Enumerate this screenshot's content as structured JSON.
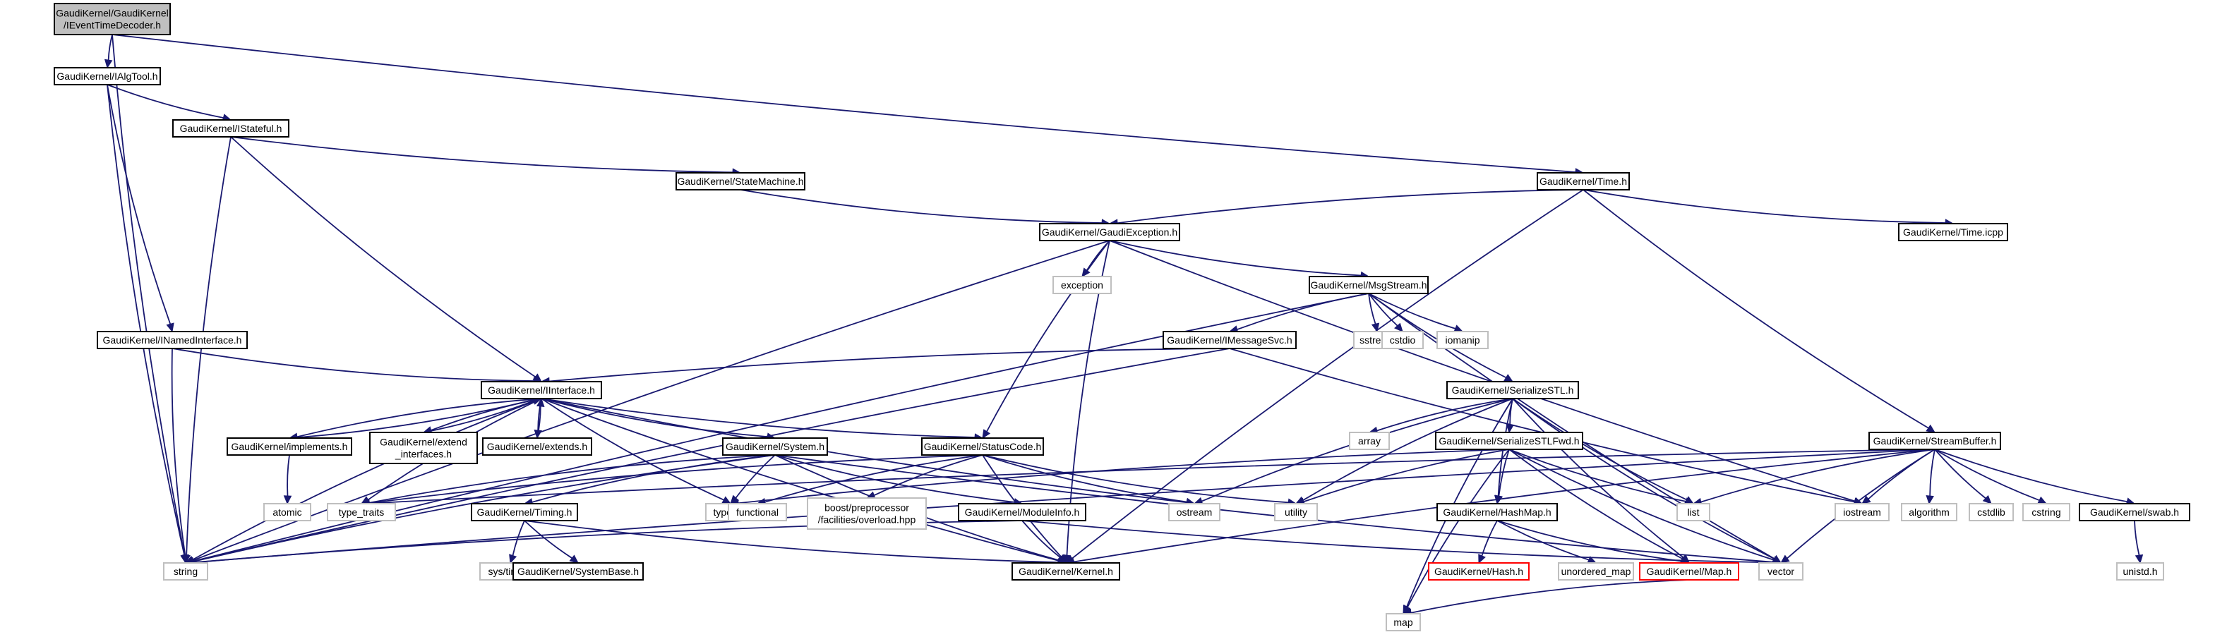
{
  "colors": {
    "edge": "#191970",
    "box_border": "#000000",
    "box_fill": "#ffffff",
    "root_fill": "#bfbfbf",
    "external_border": "#bfbfbf",
    "missing_border": "#ff0000",
    "label": "#000000"
  },
  "nodes": [
    {
      "id": "root",
      "lines": [
        "GaudiKernel/GaudiKernel",
        "/IEventTimeDecoder.h"
      ],
      "kind": "root"
    },
    {
      "id": "ialgtool",
      "lines": [
        "GaudiKernel/IAlgTool.h"
      ],
      "kind": "file"
    },
    {
      "id": "istateful",
      "lines": [
        "GaudiKernel/IStateful.h"
      ],
      "kind": "file"
    },
    {
      "id": "inamedinterface",
      "lines": [
        "GaudiKernel/INamedInterface.h"
      ],
      "kind": "file"
    },
    {
      "id": "statemachine",
      "lines": [
        "GaudiKernel/StateMachine.h"
      ],
      "kind": "file"
    },
    {
      "id": "time",
      "lines": [
        "GaudiKernel/Time.h"
      ],
      "kind": "file"
    },
    {
      "id": "timeicpp",
      "lines": [
        "GaudiKernel/Time.icpp"
      ],
      "kind": "file"
    },
    {
      "id": "gaudiexception",
      "lines": [
        "GaudiKernel/GaudiException.h"
      ],
      "kind": "file"
    },
    {
      "id": "exception",
      "lines": [
        "exception"
      ],
      "kind": "external"
    },
    {
      "id": "msgstream",
      "lines": [
        "GaudiKernel/MsgStream.h"
      ],
      "kind": "file"
    },
    {
      "id": "imessagesvc",
      "lines": [
        "GaudiKernel/IMessageSvc.h"
      ],
      "kind": "file"
    },
    {
      "id": "sstream",
      "lines": [
        "sstream"
      ],
      "kind": "external"
    },
    {
      "id": "cstdio",
      "lines": [
        "cstdio"
      ],
      "kind": "external"
    },
    {
      "id": "iomanip",
      "lines": [
        "iomanip"
      ],
      "kind": "external"
    },
    {
      "id": "iinterface",
      "lines": [
        "GaudiKernel/IInterface.h"
      ],
      "kind": "file"
    },
    {
      "id": "serializestl",
      "lines": [
        "GaudiKernel/SerializeSTL.h"
      ],
      "kind": "file"
    },
    {
      "id": "array",
      "lines": [
        "array"
      ],
      "kind": "external"
    },
    {
      "id": "serializestlfwd",
      "lines": [
        "GaudiKernel/SerializeSTLFwd.h"
      ],
      "kind": "file"
    },
    {
      "id": "streambuffer",
      "lines": [
        "GaudiKernel/StreamBuffer.h"
      ],
      "kind": "file"
    },
    {
      "id": "implements",
      "lines": [
        "GaudiKernel/implements.h"
      ],
      "kind": "file"
    },
    {
      "id": "extendinterfaces",
      "lines": [
        "GaudiKernel/extend",
        "_interfaces.h"
      ],
      "kind": "file"
    },
    {
      "id": "extends",
      "lines": [
        "GaudiKernel/extends.h"
      ],
      "kind": "file"
    },
    {
      "id": "system",
      "lines": [
        "GaudiKernel/System.h"
      ],
      "kind": "file"
    },
    {
      "id": "statuscode",
      "lines": [
        "GaudiKernel/StatusCode.h"
      ],
      "kind": "file"
    },
    {
      "id": "atomic",
      "lines": [
        "atomic"
      ],
      "kind": "external"
    },
    {
      "id": "typetraits",
      "lines": [
        "type_traits"
      ],
      "kind": "external"
    },
    {
      "id": "typeinfo",
      "lines": [
        "typeinfo"
      ],
      "kind": "external"
    },
    {
      "id": "functional",
      "lines": [
        "functional"
      ],
      "kind": "external"
    },
    {
      "id": "boostoverload",
      "lines": [
        "boost/preprocessor",
        "/facilities/overload.hpp"
      ],
      "kind": "external"
    },
    {
      "id": "ostream",
      "lines": [
        "ostream"
      ],
      "kind": "external"
    },
    {
      "id": "utility",
      "lines": [
        "utility"
      ],
      "kind": "external"
    },
    {
      "id": "list",
      "lines": [
        "list"
      ],
      "kind": "external"
    },
    {
      "id": "iostream",
      "lines": [
        "iostream"
      ],
      "kind": "external"
    },
    {
      "id": "algorithm",
      "lines": [
        "algorithm"
      ],
      "kind": "external"
    },
    {
      "id": "cstdlib",
      "lines": [
        "cstdlib"
      ],
      "kind": "external"
    },
    {
      "id": "cstring",
      "lines": [
        "cstring"
      ],
      "kind": "external"
    },
    {
      "id": "swab",
      "lines": [
        "GaudiKernel/swab.h"
      ],
      "kind": "file"
    },
    {
      "id": "timing",
      "lines": [
        "GaudiKernel/Timing.h"
      ],
      "kind": "file"
    },
    {
      "id": "moduleinfo",
      "lines": [
        "GaudiKernel/ModuleInfo.h"
      ],
      "kind": "file"
    },
    {
      "id": "hashmap",
      "lines": [
        "GaudiKernel/HashMap.h"
      ],
      "kind": "file"
    },
    {
      "id": "string",
      "lines": [
        "string"
      ],
      "kind": "external"
    },
    {
      "id": "systime",
      "lines": [
        "sys/time.h"
      ],
      "kind": "external"
    },
    {
      "id": "systembase",
      "lines": [
        "GaudiKernel/SystemBase.h"
      ],
      "kind": "file"
    },
    {
      "id": "kernel",
      "lines": [
        "GaudiKernel/Kernel.h"
      ],
      "kind": "file"
    },
    {
      "id": "hash",
      "lines": [
        "GaudiKernel/Hash.h"
      ],
      "kind": "missing"
    },
    {
      "id": "unorderedmap",
      "lines": [
        "unordered_map"
      ],
      "kind": "external"
    },
    {
      "id": "map",
      "lines": [
        "GaudiKernel/Map.h"
      ],
      "kind": "missing"
    },
    {
      "id": "vector",
      "lines": [
        "vector"
      ],
      "kind": "external"
    },
    {
      "id": "unistd",
      "lines": [
        "unistd.h"
      ],
      "kind": "external"
    },
    {
      "id": "stdmap",
      "lines": [
        "map"
      ],
      "kind": "external"
    }
  ],
  "edges": [
    {
      "from": "root",
      "to": "ialgtool"
    },
    {
      "from": "root",
      "to": "time"
    },
    {
      "from": "root",
      "to": "string"
    },
    {
      "from": "ialgtool",
      "to": "istateful"
    },
    {
      "from": "ialgtool",
      "to": "inamedinterface"
    },
    {
      "from": "ialgtool",
      "to": "string"
    },
    {
      "from": "istateful",
      "to": "statemachine"
    },
    {
      "from": "istateful",
      "to": "iinterface"
    },
    {
      "from": "istateful",
      "to": "string"
    },
    {
      "from": "inamedinterface",
      "to": "iinterface"
    },
    {
      "from": "inamedinterface",
      "to": "string"
    },
    {
      "from": "statemachine",
      "to": "gaudiexception"
    },
    {
      "from": "time",
      "to": "gaudiexception"
    },
    {
      "from": "time",
      "to": "timeicpp"
    },
    {
      "from": "time",
      "to": "streambuffer"
    },
    {
      "from": "time",
      "to": "kernel"
    },
    {
      "from": "gaudiexception",
      "to": "exception"
    },
    {
      "from": "gaudiexception",
      "to": "msgstream"
    },
    {
      "from": "gaudiexception",
      "to": "statuscode"
    },
    {
      "from": "gaudiexception",
      "to": "kernel"
    },
    {
      "from": "gaudiexception",
      "to": "iostream"
    },
    {
      "from": "gaudiexception",
      "to": "string"
    },
    {
      "from": "msgstream",
      "to": "imessagesvc"
    },
    {
      "from": "msgstream",
      "to": "serializestl"
    },
    {
      "from": "msgstream",
      "to": "sstream"
    },
    {
      "from": "msgstream",
      "to": "cstdio"
    },
    {
      "from": "msgstream",
      "to": "iomanip"
    },
    {
      "from": "msgstream",
      "to": "vector"
    },
    {
      "from": "msgstream",
      "to": "string"
    },
    {
      "from": "imessagesvc",
      "to": "iinterface"
    },
    {
      "from": "imessagesvc",
      "to": "iostream"
    },
    {
      "from": "imessagesvc",
      "to": "string"
    },
    {
      "from": "iinterface",
      "to": "implements"
    },
    {
      "from": "iinterface",
      "to": "extendinterfaces"
    },
    {
      "from": "iinterface",
      "to": "extends"
    },
    {
      "from": "iinterface",
      "to": "system"
    },
    {
      "from": "iinterface",
      "to": "statuscode"
    },
    {
      "from": "iinterface",
      "to": "typeinfo"
    },
    {
      "from": "iinterface",
      "to": "ostream"
    },
    {
      "from": "iinterface",
      "to": "kernel"
    },
    {
      "from": "iinterface",
      "to": "typetraits"
    },
    {
      "from": "iinterface",
      "to": "string"
    },
    {
      "from": "implements",
      "to": "iinterface"
    },
    {
      "from": "implements",
      "to": "atomic"
    },
    {
      "from": "extendinterfaces",
      "to": "iinterface"
    },
    {
      "from": "extends",
      "to": "iinterface"
    },
    {
      "from": "system",
      "to": "timing"
    },
    {
      "from": "system",
      "to": "moduleinfo"
    },
    {
      "from": "system",
      "to": "kernel"
    },
    {
      "from": "system",
      "to": "typeinfo"
    },
    {
      "from": "system",
      "to": "string"
    },
    {
      "from": "system",
      "to": "vector"
    },
    {
      "from": "system",
      "to": "typetraits"
    },
    {
      "from": "statuscode",
      "to": "boostoverload"
    },
    {
      "from": "statuscode",
      "to": "functional"
    },
    {
      "from": "statuscode",
      "to": "ostream"
    },
    {
      "from": "statuscode",
      "to": "utility"
    },
    {
      "from": "statuscode",
      "to": "kernel"
    },
    {
      "from": "statuscode",
      "to": "typetraits"
    },
    {
      "from": "timing",
      "to": "systime"
    },
    {
      "from": "timing",
      "to": "systembase"
    },
    {
      "from": "timing",
      "to": "kernel"
    },
    {
      "from": "moduleinfo",
      "to": "kernel"
    },
    {
      "from": "moduleinfo",
      "to": "string"
    },
    {
      "from": "moduleinfo",
      "to": "vector"
    },
    {
      "from": "serializestl",
      "to": "serializestlfwd"
    },
    {
      "from": "serializestl",
      "to": "array"
    },
    {
      "from": "serializestl",
      "to": "hashmap"
    },
    {
      "from": "serializestl",
      "to": "map"
    },
    {
      "from": "serializestl",
      "to": "list"
    },
    {
      "from": "serializestl",
      "to": "vector"
    },
    {
      "from": "serializestl",
      "to": "utility"
    },
    {
      "from": "serializestl",
      "to": "ostream"
    },
    {
      "from": "serializestl",
      "to": "stdmap"
    },
    {
      "from": "serializestlfwd",
      "to": "hashmap"
    },
    {
      "from": "serializestlfwd",
      "to": "map"
    },
    {
      "from": "serializestlfwd",
      "to": "list"
    },
    {
      "from": "serializestlfwd",
      "to": "vector"
    },
    {
      "from": "serializestlfwd",
      "to": "utility"
    },
    {
      "from": "serializestlfwd",
      "to": "typeinfo"
    },
    {
      "from": "serializestlfwd",
      "to": "stdmap"
    },
    {
      "from": "hashmap",
      "to": "hash"
    },
    {
      "from": "hashmap",
      "to": "unorderedmap"
    },
    {
      "from": "hashmap",
      "to": "map"
    },
    {
      "from": "map",
      "to": "stdmap"
    },
    {
      "from": "streambuffer",
      "to": "swab"
    },
    {
      "from": "streambuffer",
      "to": "algorithm"
    },
    {
      "from": "streambuffer",
      "to": "cstdlib"
    },
    {
      "from": "streambuffer",
      "to": "cstring"
    },
    {
      "from": "streambuffer",
      "to": "iostream"
    },
    {
      "from": "streambuffer",
      "to": "list"
    },
    {
      "from": "streambuffer",
      "to": "vector"
    },
    {
      "from": "streambuffer",
      "to": "kernel"
    },
    {
      "from": "streambuffer",
      "to": "string"
    },
    {
      "from": "streambuffer",
      "to": "typetraits"
    },
    {
      "from": "swab",
      "to": "unistd"
    }
  ]
}
